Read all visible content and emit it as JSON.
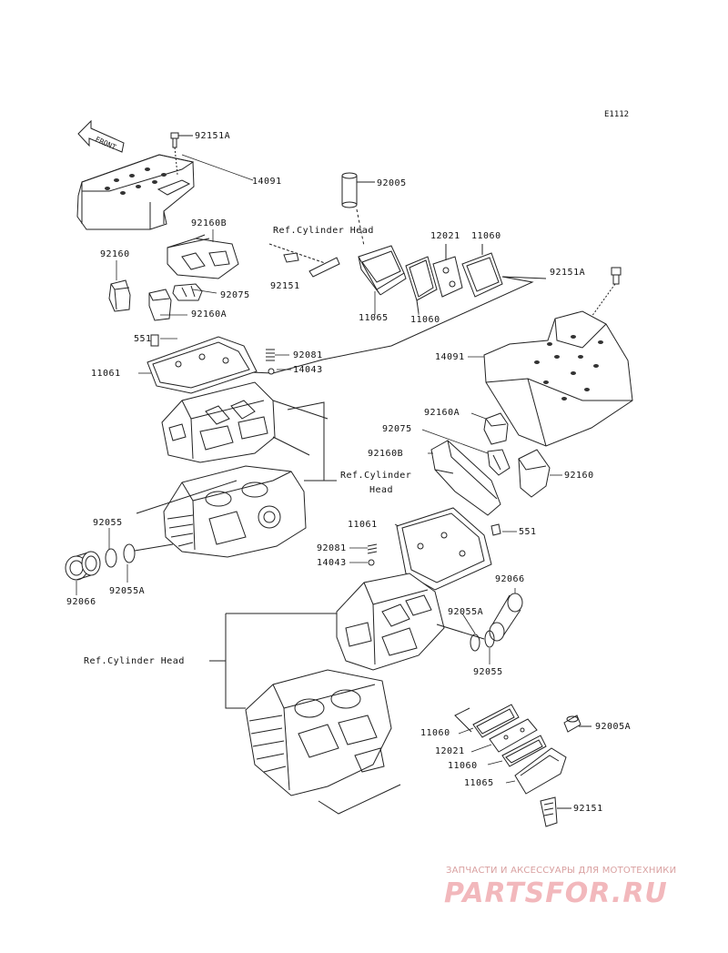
{
  "diagram_code": "E1112",
  "front_label": "FRONT",
  "labels": {
    "l92151a_top": "92151A",
    "l14091_top": "14091",
    "l92005": "92005",
    "l92160b_top": "92160B",
    "ref_head_1": "Ref.Cylinder Head",
    "l12021_top": "12021",
    "l11060_top_r": "11060",
    "l92151a_r": "92151A",
    "l92160_top": "92160",
    "l92151_mid": "92151",
    "l92075_top": "92075",
    "l92160a_top": "92160A",
    "l11065_top": "11065",
    "l11060_top_b": "11060",
    "l551_top": "551",
    "l92081_top": "92081",
    "l14043_top": "14043",
    "l11061_top": "11061",
    "l14091_r": "14091",
    "l92160a_r": "92160A",
    "l92075_r": "92075",
    "l92160b_r": "92160B",
    "l92160_r": "92160",
    "ref_head_2a": "Ref.Cylinder",
    "ref_head_2b": "Head",
    "l11061_r": "11061",
    "l551_r": "551",
    "l92055_l": "92055",
    "l92081_r": "92081",
    "l14043_r": "14043",
    "l92066_r": "92066",
    "l92066_l": "92066",
    "l92055a_l": "92055A",
    "l92055a_r": "92055A",
    "ref_head_3": "Ref.Cylinder Head",
    "l92055_r": "92055",
    "l11060_b1": "11060",
    "l92005a": "92005A",
    "l12021_b": "12021",
    "l11060_b2": "11060",
    "l11065_b": "11065",
    "l92151_b": "92151"
  },
  "watermark": {
    "tagline": "ЗАПЧАСТИ И АКСЕССУАРЫ ДЛЯ МОТОТЕХНИКИ",
    "logo": "PARTSFOR.RU"
  }
}
